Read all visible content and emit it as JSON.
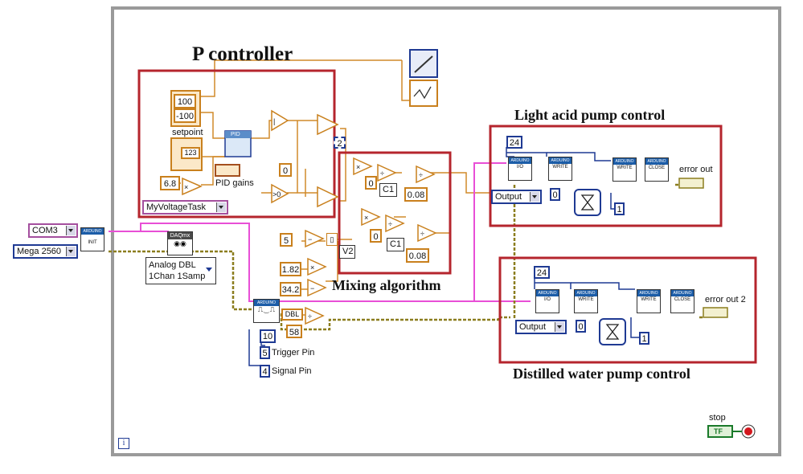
{
  "titles": {
    "p_controller": "P controller",
    "light_acid": "Light acid pump control",
    "mixing": "Mixing algorithm",
    "distilled": "Distilled water pump control"
  },
  "controls": {
    "com_port": "COM3",
    "board": "Mega 2560",
    "voltage_task": "MyVoltageTask",
    "daq_mode_line1": "Analog DBL",
    "daq_mode_line2": "1Chan 1Samp",
    "daq_icon": "DAQmx",
    "output_1": "Output",
    "output_2": "Output"
  },
  "constants": {
    "limit_high": "100",
    "limit_low": "-100",
    "setpoint_value": "123",
    "gain": "6.8",
    "zero_p": "0",
    "mix_zero_1": "0",
    "mix_zero_2": "0",
    "mix_c1_1": "C1",
    "mix_c1_2": "C1",
    "mix_008_1": "0.08",
    "mix_008_2": "0.08",
    "mix_5": "5",
    "mix_v2": "V2",
    "mix_182": "1.82",
    "mix_342": "34.2",
    "mix_58": "58",
    "dbl": "DBL",
    "pin_10": "10",
    "pin_5": "5",
    "pin_4": "4",
    "la_24": "24",
    "la_0": "0",
    "la_1": "1",
    "dw_24": "24",
    "dw_0": "0",
    "dw_1": "1",
    "two": "2"
  },
  "labels": {
    "setpoint": "setpoint",
    "pid_gains": "PID gains",
    "trigger_pin": "Trigger Pin",
    "signal_pin": "Signal Pin",
    "error_out": "error out",
    "error_out_2": "error out 2",
    "stop": "stop",
    "tf": "TF",
    "pid": "PID",
    "info": "i"
  },
  "arduino_blocks": {
    "init": "INIT",
    "io": "I/O",
    "write": "WRITE",
    "close": "CLOSE",
    "header": "ARDUINO"
  },
  "colors": {
    "wire_pink": "#e84fd6",
    "wire_orange": "#d18a2a",
    "wire_blue": "#1f3a93",
    "wire_yellow": "#8b7d1e",
    "highlight_red": "#b5252d",
    "frame_gray": "#9a9a9a"
  }
}
